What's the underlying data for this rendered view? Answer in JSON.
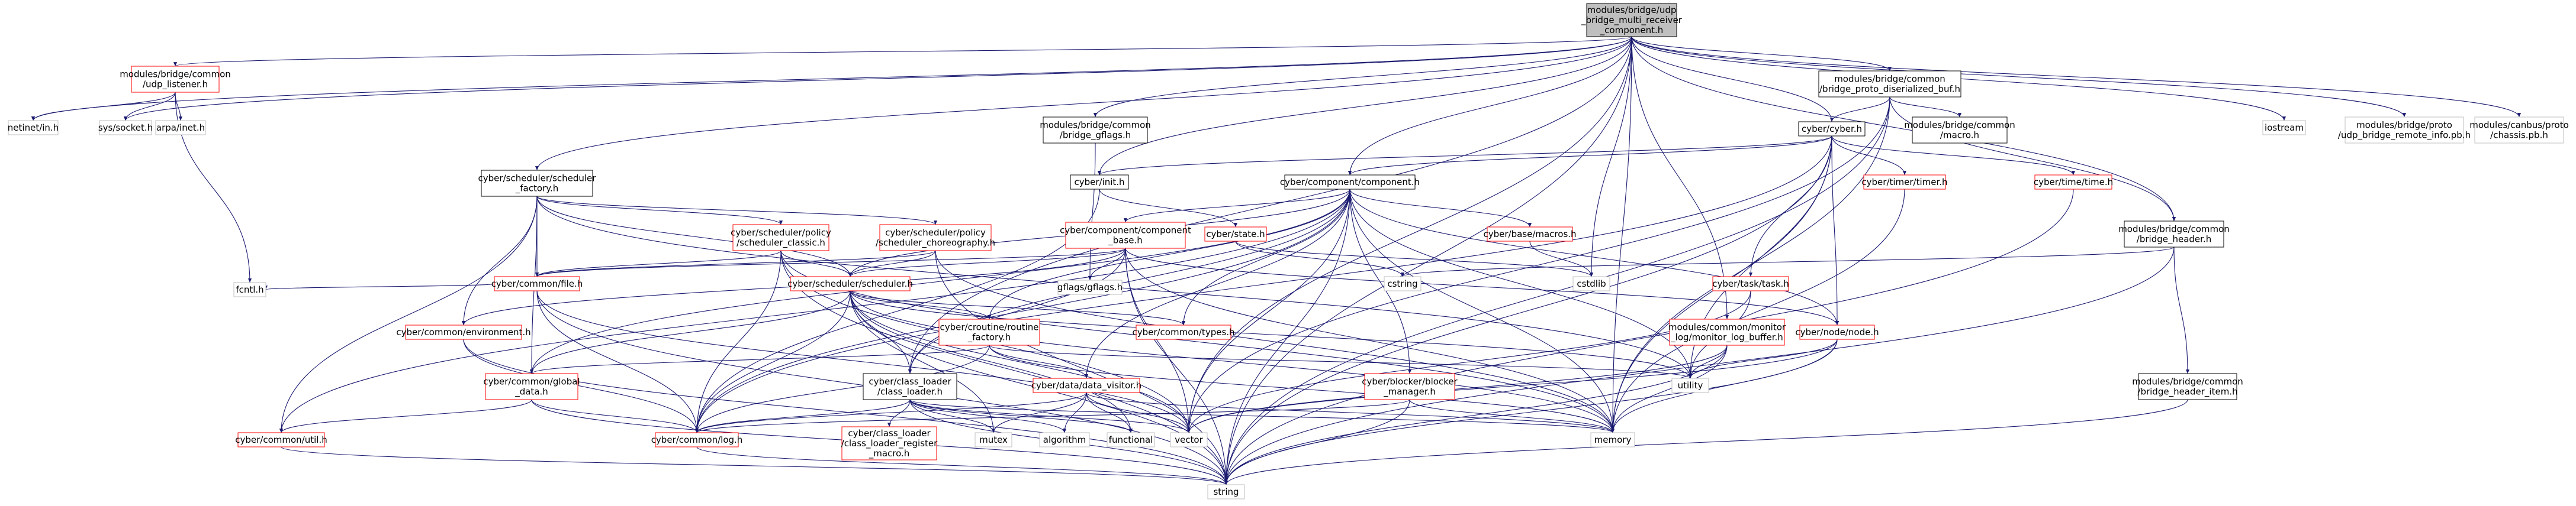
{
  "diagram": {
    "type": "include-dependency-graph",
    "colors": {
      "edge": "#191970",
      "root_fill": "#bfbfbf",
      "red_border": "#ff0000",
      "gray_border": "#bfbfbf",
      "black_border": "#000000"
    },
    "nodes": [
      {
        "id": "root",
        "label": [
          "modules/bridge/udp",
          "_bridge_multi_receiver",
          "_component.h"
        ],
        "style": "root"
      },
      {
        "id": "udp_listener",
        "label": [
          "modules/bridge/common",
          "/udp_listener.h"
        ],
        "style": "red"
      },
      {
        "id": "proto_buf",
        "label": [
          "modules/bridge/common",
          "/bridge_proto_diserialized_buf.h"
        ],
        "style": "black"
      },
      {
        "id": "netinet",
        "label": [
          "netinet/in.h"
        ],
        "style": "gray"
      },
      {
        "id": "syssocket",
        "label": [
          "sys/socket.h"
        ],
        "style": "gray"
      },
      {
        "id": "arpainet",
        "label": [
          "arpa/inet.h"
        ],
        "style": "gray"
      },
      {
        "id": "fcntl",
        "label": [
          "fcntl.h"
        ],
        "style": "gray"
      },
      {
        "id": "bridge_gflags",
        "label": [
          "modules/bridge/common",
          "/bridge_gflags.h"
        ],
        "style": "black"
      },
      {
        "id": "gflags",
        "label": [
          "gflags/gflags.h"
        ],
        "style": "gray"
      },
      {
        "id": "sched_factory",
        "label": [
          "cyber/scheduler/scheduler",
          "_factory.h"
        ],
        "style": "black"
      },
      {
        "id": "cyber_init",
        "label": [
          "cyber/init.h"
        ],
        "style": "black"
      },
      {
        "id": "component",
        "label": [
          "cyber/component/component.h"
        ],
        "style": "black"
      },
      {
        "id": "cyber_cyber",
        "label": [
          "cyber/cyber.h"
        ],
        "style": "black"
      },
      {
        "id": "bridge_macro",
        "label": [
          "modules/bridge/common",
          "/macro.h"
        ],
        "style": "black"
      },
      {
        "id": "iostream",
        "label": [
          "iostream"
        ],
        "style": "gray"
      },
      {
        "id": "remote_info",
        "label": [
          "modules/bridge/proto",
          "/udp_bridge_remote_info.pb.h"
        ],
        "style": "gray"
      },
      {
        "id": "chassis",
        "label": [
          "modules/canbus/proto",
          "/chassis.pb.h"
        ],
        "style": "gray"
      },
      {
        "id": "policy_classic",
        "label": [
          "cyber/scheduler/policy",
          "/scheduler_classic.h"
        ],
        "style": "red"
      },
      {
        "id": "policy_choreo",
        "label": [
          "cyber/scheduler/policy",
          "/scheduler_choreography.h"
        ],
        "style": "red"
      },
      {
        "id": "component_base",
        "label": [
          "cyber/component/component",
          "_base.h"
        ],
        "style": "red"
      },
      {
        "id": "cyber_state",
        "label": [
          "cyber/state.h"
        ],
        "style": "red"
      },
      {
        "id": "base_macros",
        "label": [
          "cyber/base/macros.h"
        ],
        "style": "red"
      },
      {
        "id": "timer",
        "label": [
          "cyber/timer/timer.h"
        ],
        "style": "red"
      },
      {
        "id": "time",
        "label": [
          "cyber/time/time.h"
        ],
        "style": "red"
      },
      {
        "id": "bridge_header",
        "label": [
          "modules/bridge/common",
          "/bridge_header.h"
        ],
        "style": "black"
      },
      {
        "id": "common_file",
        "label": [
          "cyber/common/file.h"
        ],
        "style": "red"
      },
      {
        "id": "scheduler",
        "label": [
          "cyber/scheduler/scheduler.h"
        ],
        "style": "red"
      },
      {
        "id": "cstring",
        "label": [
          "cstring"
        ],
        "style": "gray"
      },
      {
        "id": "cstdlib",
        "label": [
          "cstdlib"
        ],
        "style": "gray"
      },
      {
        "id": "task",
        "label": [
          "cyber/task/task.h"
        ],
        "style": "red"
      },
      {
        "id": "environment",
        "label": [
          "cyber/common/environment.h"
        ],
        "style": "red"
      },
      {
        "id": "routine_factory",
        "label": [
          "cyber/croutine/routine",
          "_factory.h"
        ],
        "style": "red"
      },
      {
        "id": "common_types",
        "label": [
          "cyber/common/types.h"
        ],
        "style": "red"
      },
      {
        "id": "monitor_log",
        "label": [
          "modules/common/monitor",
          "_log/monitor_log_buffer.h"
        ],
        "style": "red"
      },
      {
        "id": "node",
        "label": [
          "cyber/node/node.h"
        ],
        "style": "red"
      },
      {
        "id": "global_data",
        "label": [
          "cyber/common/global",
          "_data.h"
        ],
        "style": "red"
      },
      {
        "id": "class_loader",
        "label": [
          "cyber/class_loader",
          "/class_loader.h"
        ],
        "style": "black"
      },
      {
        "id": "data_visitor",
        "label": [
          "cyber/data/data_visitor.h"
        ],
        "style": "red"
      },
      {
        "id": "blocker_mgr",
        "label": [
          "cyber/blocker/blocker",
          "_manager.h"
        ],
        "style": "red"
      },
      {
        "id": "utility",
        "label": [
          "utility"
        ],
        "style": "gray"
      },
      {
        "id": "bridge_header_item",
        "label": [
          "modules/bridge/common",
          "/bridge_header_item.h"
        ],
        "style": "black"
      },
      {
        "id": "common_util",
        "label": [
          "cyber/common/util.h"
        ],
        "style": "red"
      },
      {
        "id": "common_log",
        "label": [
          "cyber/common/log.h"
        ],
        "style": "red"
      },
      {
        "id": "class_loader_reg",
        "label": [
          "cyber/class_loader",
          "/class_loader_register",
          "_macro.h"
        ],
        "style": "red"
      },
      {
        "id": "mutex",
        "label": [
          "mutex"
        ],
        "style": "gray"
      },
      {
        "id": "algorithm",
        "label": [
          "algorithm"
        ],
        "style": "gray"
      },
      {
        "id": "functional",
        "label": [
          "functional"
        ],
        "style": "gray"
      },
      {
        "id": "vector",
        "label": [
          "vector"
        ],
        "style": "gray"
      },
      {
        "id": "memory",
        "label": [
          "memory"
        ],
        "style": "gray"
      },
      {
        "id": "string",
        "label": [
          "string"
        ],
        "style": "gray"
      }
    ],
    "edges": [
      [
        "root",
        "udp_listener"
      ],
      [
        "root",
        "proto_buf"
      ],
      [
        "root",
        "netinet"
      ],
      [
        "root",
        "syssocket"
      ],
      [
        "root",
        "bridge_gflags"
      ],
      [
        "root",
        "sched_factory"
      ],
      [
        "root",
        "cyber_init"
      ],
      [
        "root",
        "component"
      ],
      [
        "root",
        "cyber_cyber"
      ],
      [
        "root",
        "iostream"
      ],
      [
        "root",
        "remote_info"
      ],
      [
        "root",
        "chassis"
      ],
      [
        "root",
        "bridge_header"
      ],
      [
        "root",
        "class_loader"
      ],
      [
        "root",
        "monitor_log"
      ],
      [
        "root",
        "cstdlib"
      ],
      [
        "root",
        "memory"
      ],
      [
        "root",
        "vector"
      ],
      [
        "root",
        "string"
      ],
      [
        "udp_listener",
        "netinet"
      ],
      [
        "udp_listener",
        "syssocket"
      ],
      [
        "udp_listener",
        "arpainet"
      ],
      [
        "udp_listener",
        "fcntl"
      ],
      [
        "proto_buf",
        "cyber_cyber"
      ],
      [
        "proto_buf",
        "bridge_macro"
      ],
      [
        "proto_buf",
        "bridge_header"
      ],
      [
        "proto_buf",
        "memory"
      ],
      [
        "proto_buf",
        "string"
      ],
      [
        "proto_buf",
        "vector"
      ],
      [
        "bridge_gflags",
        "gflags"
      ],
      [
        "sched_factory",
        "policy_classic"
      ],
      [
        "sched_factory",
        "policy_choreo"
      ],
      [
        "sched_factory",
        "scheduler"
      ],
      [
        "sched_factory",
        "common_file"
      ],
      [
        "sched_factory",
        "environment"
      ],
      [
        "sched_factory",
        "global_data"
      ],
      [
        "sched_factory",
        "common_util"
      ],
      [
        "sched_factory",
        "utility"
      ],
      [
        "cyber_init",
        "cyber_state"
      ],
      [
        "cyber_init",
        "common_log"
      ],
      [
        "component",
        "component_base"
      ],
      [
        "component",
        "base_macros"
      ],
      [
        "component",
        "common_types"
      ],
      [
        "component",
        "node"
      ],
      [
        "component",
        "scheduler"
      ],
      [
        "component",
        "routine_factory"
      ],
      [
        "component",
        "data_visitor"
      ],
      [
        "component",
        "blocker_mgr"
      ],
      [
        "component",
        "common_util"
      ],
      [
        "component",
        "utility"
      ],
      [
        "component",
        "memory"
      ],
      [
        "component",
        "vector"
      ],
      [
        "component",
        "string"
      ],
      [
        "component",
        "class_loader"
      ],
      [
        "component",
        "global_data"
      ],
      [
        "component",
        "common_log"
      ],
      [
        "cyber_cyber",
        "component"
      ],
      [
        "cyber_cyber",
        "cyber_init"
      ],
      [
        "cyber_cyber",
        "timer"
      ],
      [
        "cyber_cyber",
        "time"
      ],
      [
        "cyber_cyber",
        "task"
      ],
      [
        "cyber_cyber",
        "node"
      ],
      [
        "cyber_cyber",
        "common_log"
      ],
      [
        "cyber_cyber",
        "utility"
      ],
      [
        "cyber_cyber",
        "memory"
      ],
      [
        "cyber_cyber",
        "string"
      ],
      [
        "bridge_header",
        "cstring"
      ],
      [
        "bridge_header",
        "bridge_header_item"
      ],
      [
        "bridge_header",
        "string"
      ],
      [
        "bridge_header_item",
        "string"
      ],
      [
        "policy_classic",
        "scheduler"
      ],
      [
        "policy_classic",
        "common_file"
      ],
      [
        "policy_classic",
        "common_log"
      ],
      [
        "policy_classic",
        "memory"
      ],
      [
        "policy_classic",
        "string"
      ],
      [
        "policy_classic",
        "vector"
      ],
      [
        "policy_choreo",
        "scheduler"
      ],
      [
        "policy_choreo",
        "common_file"
      ],
      [
        "policy_choreo",
        "memory"
      ],
      [
        "policy_choreo",
        "string"
      ],
      [
        "component_base",
        "gflags"
      ],
      [
        "component_base",
        "common_file"
      ],
      [
        "component_base",
        "node"
      ],
      [
        "component_base",
        "scheduler"
      ],
      [
        "component_base",
        "class_loader"
      ],
      [
        "component_base",
        "memory"
      ],
      [
        "component_base",
        "string"
      ],
      [
        "component_base",
        "vector"
      ],
      [
        "component_base",
        "environment"
      ],
      [
        "cyber_state",
        "cstdlib"
      ],
      [
        "cyber_state",
        "cstring"
      ],
      [
        "base_macros",
        "cstdlib"
      ],
      [
        "timer",
        "memory"
      ],
      [
        "time",
        "string"
      ],
      [
        "task",
        "utility"
      ],
      [
        "task",
        "vector"
      ],
      [
        "common_file",
        "fcntl"
      ],
      [
        "common_file",
        "common_log"
      ],
      [
        "common_file",
        "string"
      ],
      [
        "common_file",
        "vector"
      ],
      [
        "scheduler",
        "common_types"
      ],
      [
        "scheduler",
        "routine_factory"
      ],
      [
        "scheduler",
        "common_log"
      ],
      [
        "scheduler",
        "global_data"
      ],
      [
        "scheduler",
        "class_loader"
      ],
      [
        "scheduler",
        "mutex"
      ],
      [
        "scheduler",
        "vector"
      ],
      [
        "scheduler",
        "memory"
      ],
      [
        "scheduler",
        "string"
      ],
      [
        "scheduler",
        "functional"
      ],
      [
        "scheduler",
        "utility"
      ],
      [
        "environment",
        "common_log"
      ],
      [
        "environment",
        "string"
      ],
      [
        "routine_factory",
        "data_visitor"
      ],
      [
        "routine_factory",
        "global_data"
      ],
      [
        "routine_factory",
        "common_log"
      ],
      [
        "routine_factory",
        "memory"
      ],
      [
        "routine_factory",
        "utility"
      ],
      [
        "monitor_log",
        "utility"
      ],
      [
        "monitor_log",
        "memory"
      ],
      [
        "monitor_log",
        "string"
      ],
      [
        "monitor_log",
        "vector"
      ],
      [
        "node",
        "utility"
      ],
      [
        "node",
        "memory"
      ],
      [
        "node",
        "string"
      ],
      [
        "node",
        "vector"
      ],
      [
        "global_data",
        "common_util"
      ],
      [
        "global_data",
        "common_log"
      ],
      [
        "global_data",
        "string"
      ],
      [
        "class_loader",
        "class_loader_reg"
      ],
      [
        "class_loader",
        "mutex"
      ],
      [
        "class_loader",
        "algorithm"
      ],
      [
        "class_loader",
        "functional"
      ],
      [
        "class_loader",
        "vector"
      ],
      [
        "class_loader",
        "string"
      ],
      [
        "class_loader",
        "memory"
      ],
      [
        "class_loader",
        "common_log"
      ],
      [
        "data_visitor",
        "mutex"
      ],
      [
        "data_visitor",
        "algorithm"
      ],
      [
        "data_visitor",
        "functional"
      ],
      [
        "data_visitor",
        "vector"
      ],
      [
        "data_visitor",
        "memory"
      ],
      [
        "data_visitor",
        "common_log"
      ],
      [
        "blocker_mgr",
        "memory"
      ],
      [
        "blocker_mgr",
        "string"
      ],
      [
        "blocker_mgr",
        "common_log"
      ],
      [
        "common_util",
        "string"
      ],
      [
        "common_log",
        "string"
      ]
    ]
  }
}
